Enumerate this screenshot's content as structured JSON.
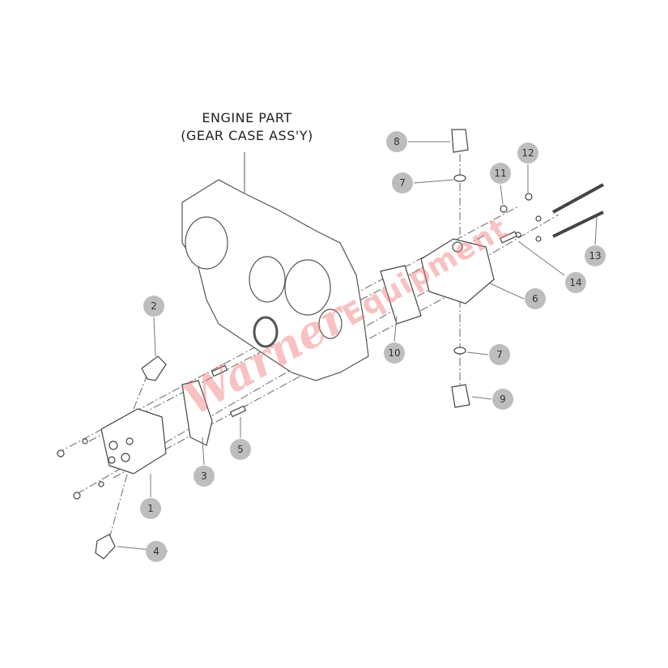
{
  "title": {
    "line1": "ENGINE PART",
    "line2": "(GEAR CASE ASS'Y)"
  },
  "callouts": [
    {
      "label": "1",
      "part": "gear-pump"
    },
    {
      "label": "2",
      "part": "elbow-fitting"
    },
    {
      "label": "3",
      "part": "gasket"
    },
    {
      "label": "4",
      "part": "fitting"
    },
    {
      "label": "5",
      "part": "dowel-pin"
    },
    {
      "label": "6",
      "part": "hydraulic-pump"
    },
    {
      "label": "7",
      "part": "o-ring-upper"
    },
    {
      "label": "7",
      "part": "o-ring-lower"
    },
    {
      "label": "8",
      "part": "straight-fitting"
    },
    {
      "label": "9",
      "part": "elbow-fitting-lower"
    },
    {
      "label": "10",
      "part": "gasket-rear"
    },
    {
      "label": "11",
      "part": "washer"
    },
    {
      "label": "12",
      "part": "nut"
    },
    {
      "label": "13",
      "part": "stud-bolt"
    },
    {
      "label": "14",
      "part": "dowel-pin-rear"
    }
  ],
  "watermark": {
    "text": "Warner",
    "text2": "Equipment"
  },
  "colors": {
    "callout_fill": "#bdbdbd",
    "line": "#555555",
    "watermark": "#f07878"
  }
}
